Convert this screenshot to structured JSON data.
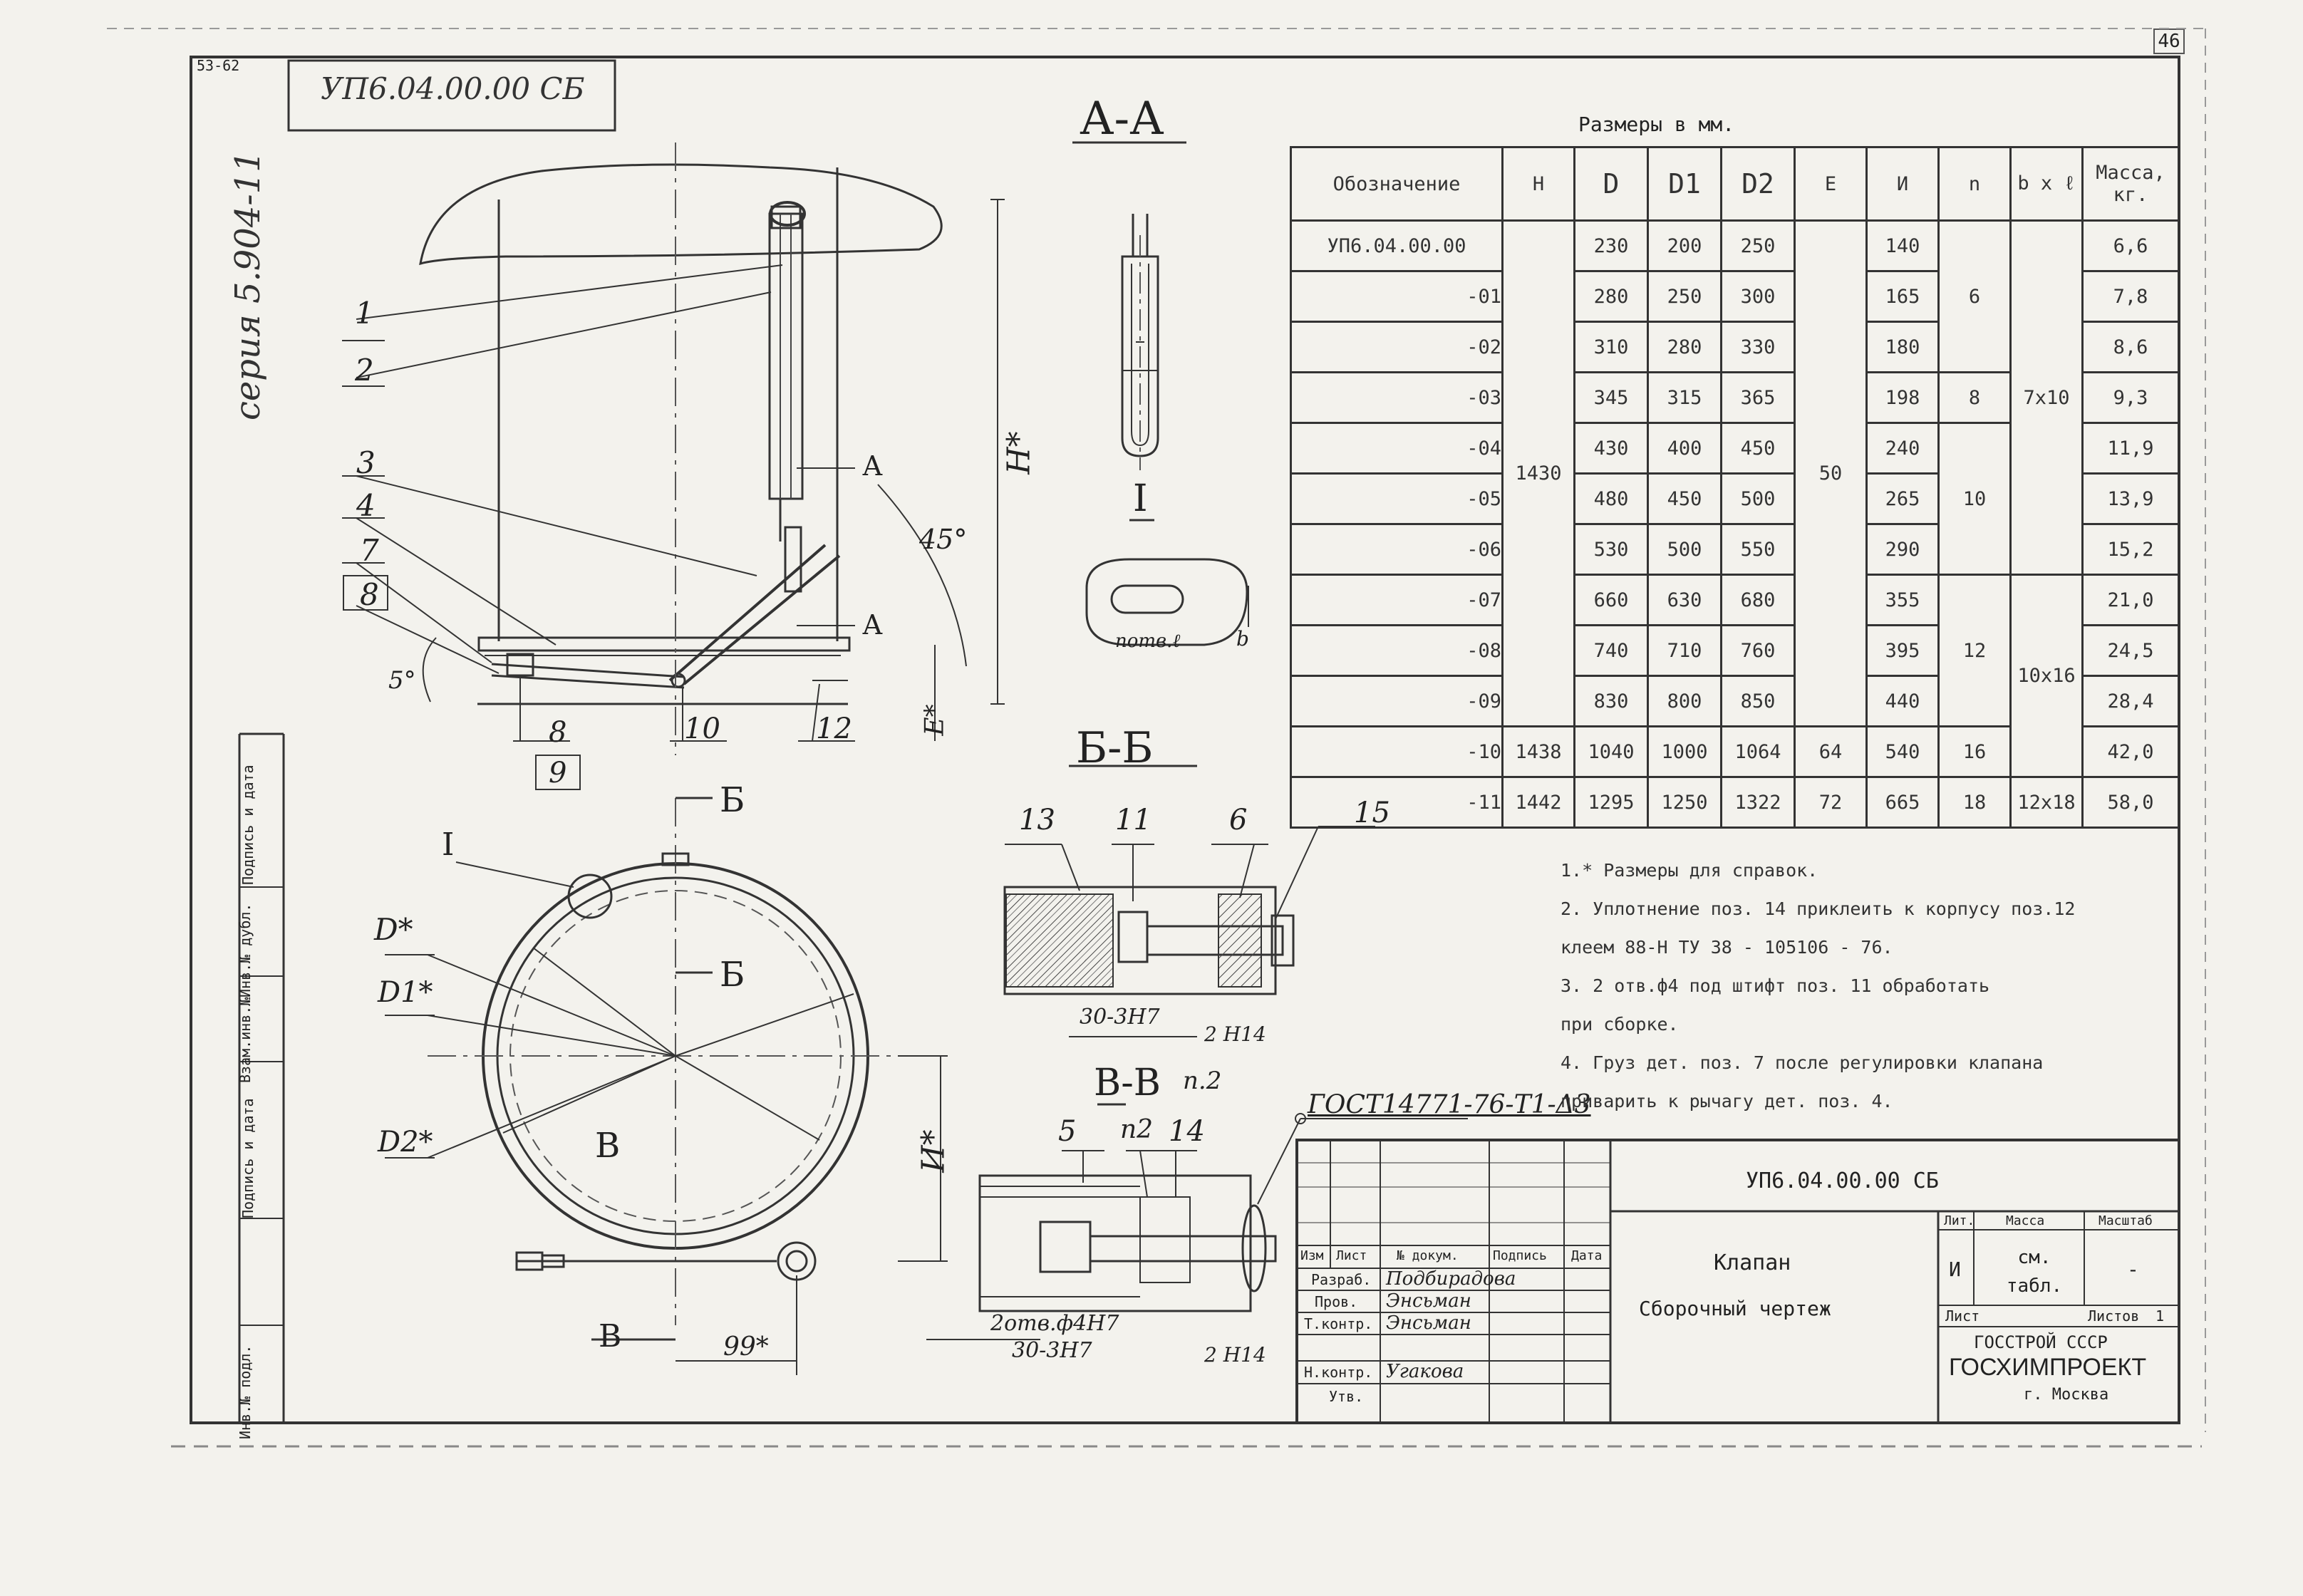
{
  "page": {
    "number": "46",
    "corner_code": "53-62"
  },
  "stamp": {
    "code": "УП6.04.00.00 СБ",
    "series": "серия 5.904-11"
  },
  "sections": {
    "a_a": "А-А",
    "b_b": "Б-Б",
    "v_v": "В-В",
    "detail_1": "I",
    "hole_label": "потв.ℓ",
    "angle_45": "45°",
    "angle_5": "5°",
    "dim_h": "H*",
    "dim_e": "E*",
    "arrow_a": "А",
    "arrow_b": "Б",
    "arrow_v": "В",
    "dim_d": "D*",
    "dim_d1": "D1*",
    "dim_d2": "D2*",
    "dim_i": "И*",
    "dim_99": "99*",
    "dim_b": "b"
  },
  "callouts": [
    "1",
    "2",
    "3",
    "4",
    "7",
    "8",
    "8",
    "9",
    "10",
    "12",
    "13",
    "11",
    "6",
    "15",
    "5",
    "п2",
    "14"
  ],
  "section_dims": {
    "bb_fit": "30-3Н7",
    "bb_nh": "2 Н14",
    "ref_p2": "п.2",
    "vv_holes": "2отв.ф4Н7",
    "vv_fit": "30-3Н7",
    "vv_nh": "2 Н14",
    "weld": "ГОСТ14771-76-Т1-Δ3"
  },
  "table": {
    "caption": "Размеры в мм.",
    "headers": [
      "Обозначение",
      "H",
      "D",
      "D1",
      "D2",
      "E",
      "И",
      "n",
      "b x ℓ",
      "Масса, кг."
    ],
    "designations": [
      "УП6.04.00.00",
      "-01",
      "-02",
      "-03",
      "-04",
      "-05",
      "-06",
      "-07",
      "-08",
      "-09",
      "-10",
      "-11"
    ],
    "H": [
      "1430",
      "1438",
      "1442"
    ],
    "D": [
      "230",
      "280",
      "310",
      "345",
      "430",
      "480",
      "530",
      "660",
      "740",
      "830",
      "1040",
      "1295"
    ],
    "D1": [
      "200",
      "250",
      "280",
      "315",
      "400",
      "450",
      "500",
      "630",
      "710",
      "800",
      "1000",
      "1250"
    ],
    "D2": [
      "250",
      "300",
      "330",
      "365",
      "450",
      "500",
      "550",
      "680",
      "760",
      "850",
      "1064",
      "1322"
    ],
    "E": [
      "50",
      "64",
      "72"
    ],
    "I": [
      "140",
      "165",
      "180",
      "198",
      "240",
      "265",
      "290",
      "355",
      "395",
      "440",
      "540",
      "665"
    ],
    "n": [
      "6",
      "8",
      "10",
      "12",
      "16",
      "18"
    ],
    "bxl": [
      "7x10",
      "10x16",
      "12x18"
    ],
    "mass": [
      "6,6",
      "7,8",
      "8,6",
      "9,3",
      "11,9",
      "13,9",
      "15,2",
      "21,0",
      "24,5",
      "28,4",
      "42,0",
      "58,0"
    ]
  },
  "notes": [
    "1.* Размеры для справок.",
    "2. Уплотнение поз. 14 приклеить к корпусу поз.12",
    "   клеем 88-Н  ТУ 38 - 105106 - 76.",
    "3. 2 отв.ф4 под штифт поз. 11 обработать",
    "   при сборке.",
    "4. Груз дет. поз. 7 после регулировки клапана",
    "   приварить к рычагу дет. поз. 4."
  ],
  "title_block": {
    "doc_code": "УП6.04.00.00 СБ",
    "name": "Клапан",
    "doc_type": "Сборочный чертеж",
    "col_izm": "Изм",
    "col_list": "Лист",
    "col_doc": "№ докум.",
    "col_sign": "Подпись",
    "col_date": "Дата",
    "role_razrab": "Разраб.",
    "name_razrab": "Подбирадова",
    "role_prov": "Пров.",
    "name_prov": "Энсьман",
    "role_tkontr": "Т.контр.",
    "name_tkontr": "Энсьман",
    "role_nkontr": "Н.контр.",
    "name_nkontr": "Угакова",
    "role_utv": "Утв.",
    "lit_label": "Лит.",
    "mass_label": "Масса",
    "scale_label": "Масштаб",
    "lit": "И",
    "mass": "см. табл.",
    "scale": "-",
    "sheet_label": "Лист",
    "sheets_label": "Листов",
    "sheets": "1",
    "org1": "ГОССТРОЙ СССР",
    "org2": "ГОСХИМПРОЕКТ",
    "city": "г. Москва"
  },
  "side_stamp": [
    "Подпись и дата",
    "Инв.№ дубл.",
    "Взам.инв.№",
    "Подпись и дата",
    "Инв.№ подл."
  ],
  "colors": {
    "paper": "#f3f2ed",
    "ink": "#333333",
    "ink_light": "#777777"
  }
}
